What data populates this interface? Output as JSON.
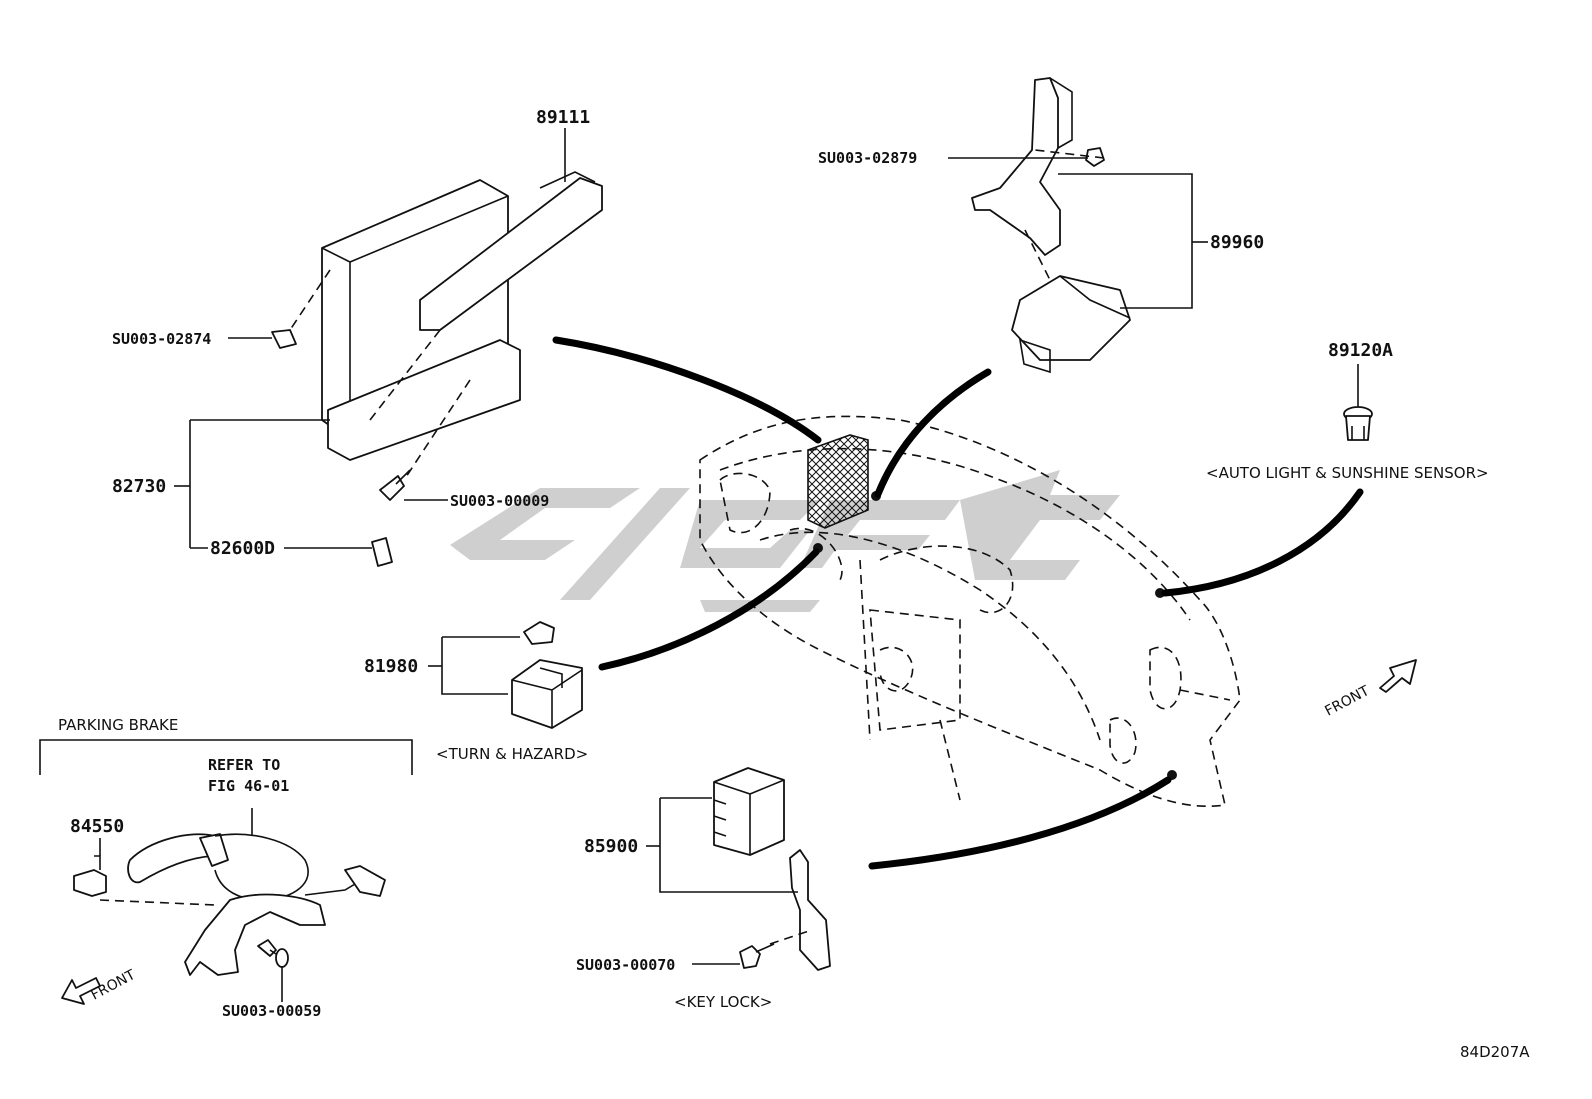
{
  "watermark": "cge",
  "diagram_id": "84D207A",
  "labels": {
    "p89111": "89111",
    "su02874": "SU003-02874",
    "p82730": "82730",
    "su00009": "SU003-00009",
    "p82600d": "82600D",
    "su02879": "SU003-02879",
    "p89960": "89960",
    "p89120a": "89120A",
    "auto_light": "<AUTO LIGHT & SUNSHINE SENSOR>",
    "p81980": "81980",
    "turn_hazard": "<TURN & HAZARD>",
    "parking_brake": "PARKING BRAKE",
    "refer_to": "REFER TO",
    "fig": "FIG 46-01",
    "p84550": "84550",
    "su00059": "SU003-00059",
    "front_left": "FRONT",
    "p85900": "85900",
    "su00070": "SU003-00070",
    "key_lock": "<KEY LOCK>",
    "front_right": "FRONT"
  }
}
